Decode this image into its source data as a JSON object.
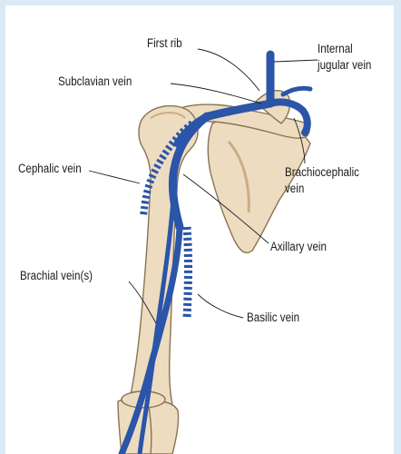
{
  "labels": {
    "first_rib": "First rib",
    "internal_jugular": [
      "Internal",
      "jugular vein"
    ],
    "subclavian": "Subclavian vein",
    "cephalic": "Cephalic vein",
    "brachiocephalic": [
      "Brachiocephalic",
      "vein"
    ],
    "axillary": "Axillary vein",
    "brachial": "Brachial vein(s)",
    "basilic": "Basilic vein"
  },
  "colors": {
    "frame": "#dbe9f6",
    "vein": "#2a55a8",
    "bone": "#eddcc0",
    "bone_outline": "#8a7355",
    "leader": "#1b1b1b"
  }
}
